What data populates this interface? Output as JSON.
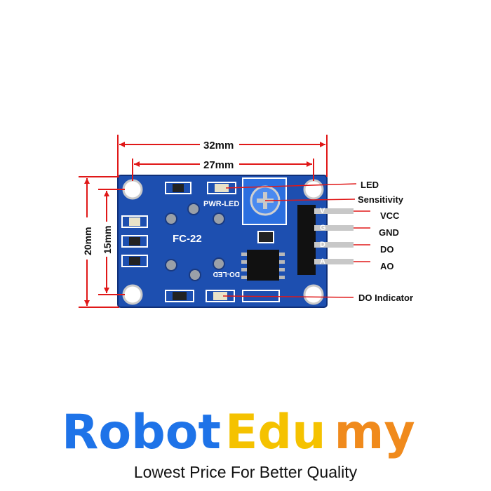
{
  "dimensions": {
    "outer_width": "32mm",
    "inner_width": "27mm",
    "outer_height": "20mm",
    "inner_height": "15mm"
  },
  "board": {
    "model": "FC-22",
    "pwr_led_silk": "PWR-LED",
    "do_led_silk": "DO-LED",
    "pin_silk": [
      "V",
      "G",
      "D",
      "A"
    ]
  },
  "callouts": {
    "led": "LED",
    "sensitivity": "Sensitivity",
    "vcc": "VCC",
    "gnd": "GND",
    "do": "DO",
    "ao": "AO",
    "do_indicator": "DO Indicator"
  },
  "brand": {
    "part1": "Robot",
    "part2": "Edu",
    "part3": "my",
    "tagline": "Lowest Price For Better Quality",
    "colors": {
      "part1": "#1e73e8",
      "part2": "#f5c200",
      "part3": "#f08a1c",
      "dimension_line": "#e01818",
      "board": "#1d4fb0"
    }
  }
}
